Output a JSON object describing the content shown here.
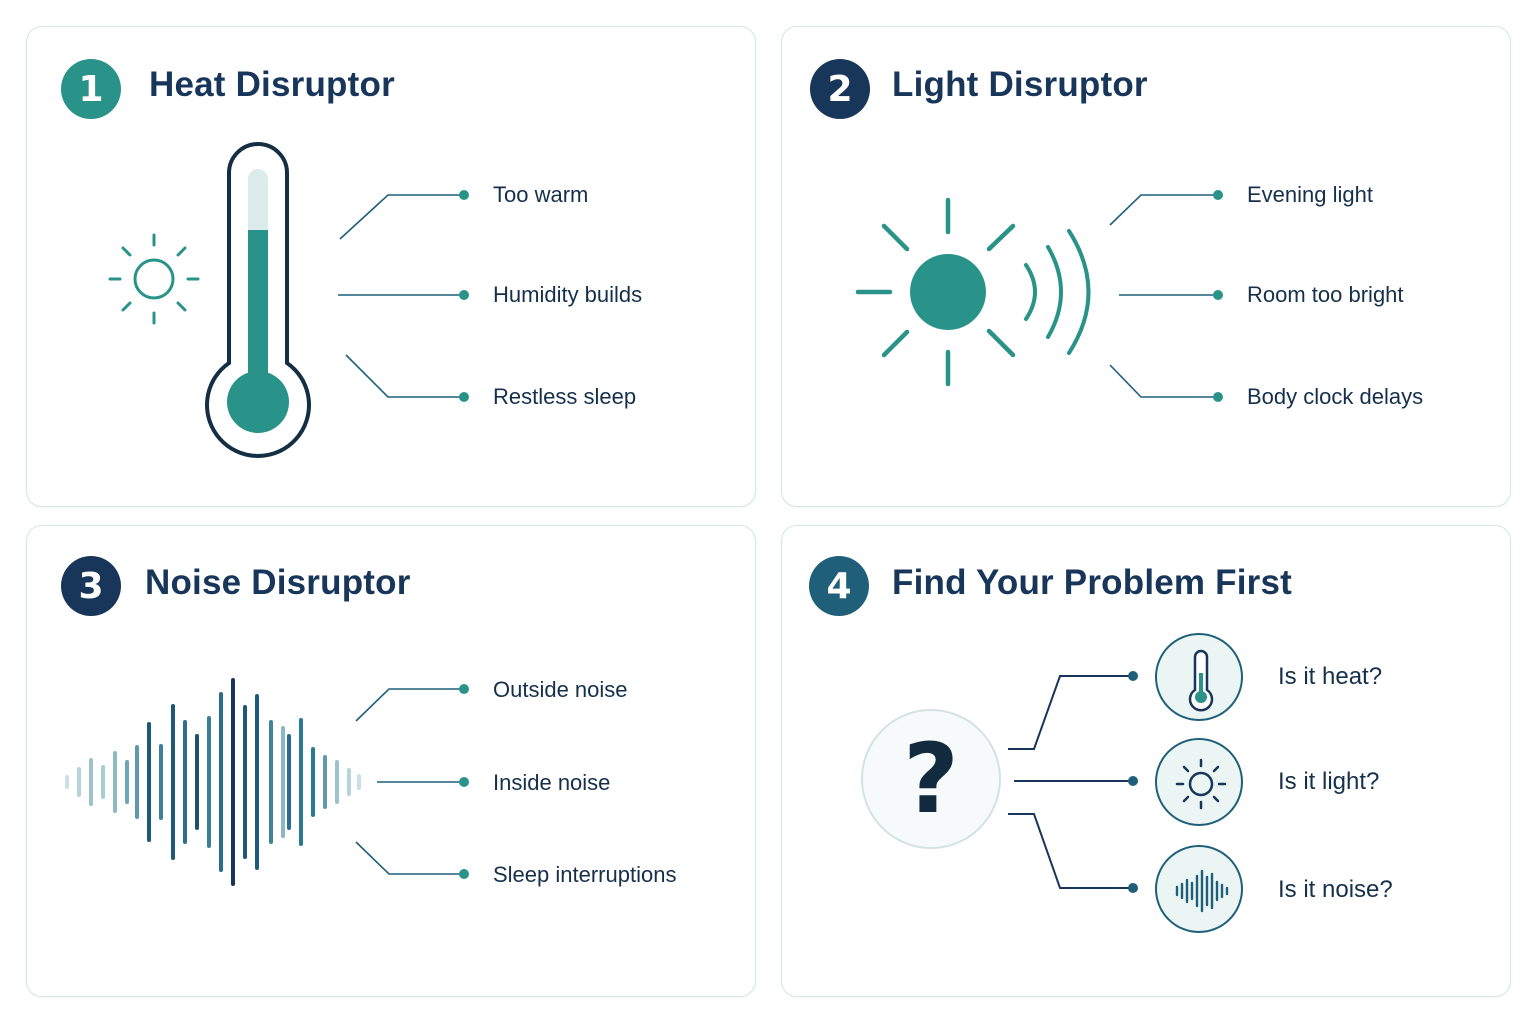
{
  "colors": {
    "teal": "#2a9389",
    "navy": "#17365a",
    "blue": "#1f5f7a",
    "light_teal": "#dcecea",
    "border": "#d6e6e4"
  },
  "cards": [
    {
      "number": "1",
      "title": "Heat Disruptor",
      "icon": "thermometer-icon",
      "labels": [
        "Too warm",
        "Humidity builds",
        "Restless sleep"
      ]
    },
    {
      "number": "2",
      "title": "Light Disruptor",
      "icon": "sun-icon",
      "labels": [
        "Evening light",
        "Room too bright",
        "Body clock delays"
      ]
    },
    {
      "number": "3",
      "title": "Noise Disruptor",
      "icon": "sound-wave-icon",
      "labels": [
        "Outside noise",
        "Inside noise",
        "Sleep interruptions"
      ]
    },
    {
      "number": "4",
      "title": "Find Your Problem First",
      "center_icon": "question-mark-icon",
      "center_symbol": "?",
      "questions": [
        {
          "label": "Is it heat?",
          "icon": "thermometer-icon"
        },
        {
          "label": "Is it light?",
          "icon": "sun-icon"
        },
        {
          "label": "Is it noise?",
          "icon": "sound-wave-icon"
        }
      ]
    }
  ]
}
